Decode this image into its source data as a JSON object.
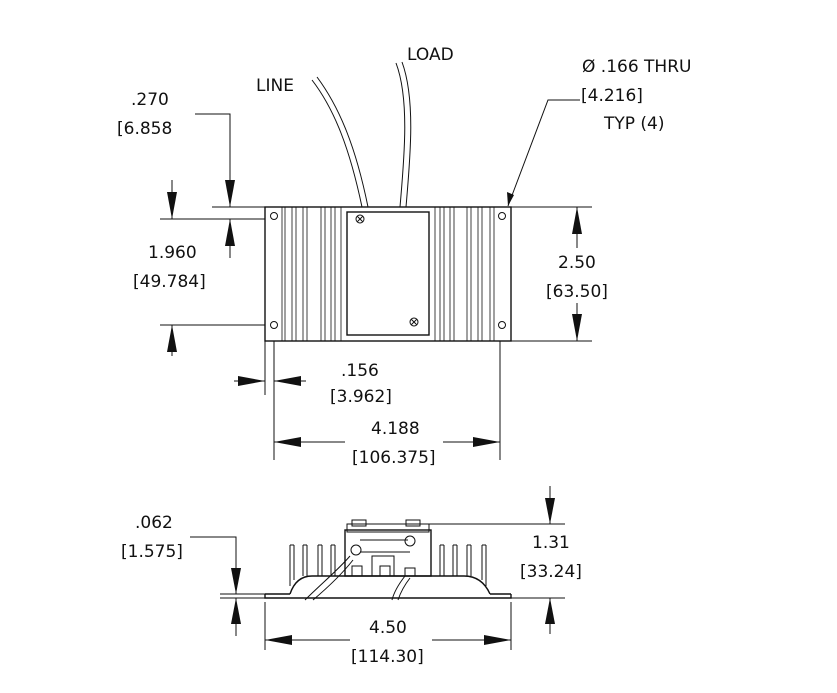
{
  "labels": {
    "line": "LINE",
    "load": "LOAD",
    "hole_dia": "Ø .166 THRU",
    "hole_dia_mm": "[4.216]",
    "hole_typ": "TYP (4)",
    "dim_270_in": ".270",
    "dim_270_mm": "[6.858",
    "dim_1960_in": "1.960",
    "dim_1960_mm": "[49.784]",
    "dim_250_in": "2.50",
    "dim_250_mm": "[63.50]",
    "dim_156_in": ".156",
    "dim_156_mm": "[3.962]",
    "dim_4188_in": "4.188",
    "dim_4188_mm": "[106.375]",
    "dim_062_in": ".062",
    "dim_062_mm": "[1.575]",
    "dim_131_in": "1.31",
    "dim_131_mm": "[33.24]",
    "dim_450_in": "4.50",
    "dim_450_mm": "[114.30]"
  }
}
